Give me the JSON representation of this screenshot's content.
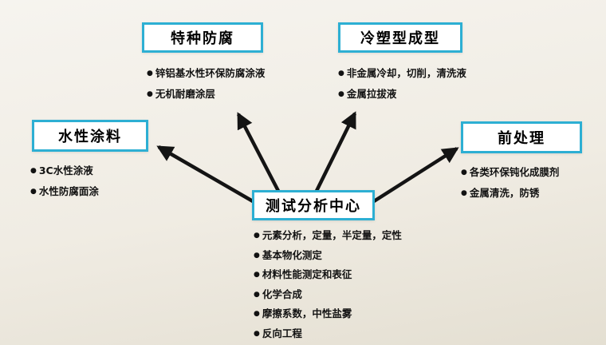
{
  "colors": {
    "accent_border": "#2dafd3",
    "arrow": "#141414",
    "background_top": "#f6f4ef",
    "background_bottom": "#e4dfd2"
  },
  "nodes": {
    "special_anticorrosion": {
      "title": "特种防腐",
      "items": [
        "锌铝基水性环保防腐涂液",
        "无机耐磨涂层"
      ]
    },
    "cold_forming": {
      "title": "冷塑型成型",
      "items": [
        "非金属冷却，切削，清洗液",
        "金属拉拔液"
      ]
    },
    "waterborne_coating": {
      "title": "水性涂料",
      "items": [
        "3C水性涂液",
        "水性防腐面涂"
      ]
    },
    "pretreatment": {
      "title": "前处理",
      "items": [
        "各类环保钝化成膜剂",
        "金属清洗，防锈"
      ]
    },
    "center": {
      "title": "测试分析中心",
      "items": [
        "元素分析，定量，半定量，定性",
        "基本物化测定",
        "材料性能测定和表征",
        "化学合成",
        "摩擦系数，中性盐雾",
        "反向工程"
      ]
    }
  }
}
